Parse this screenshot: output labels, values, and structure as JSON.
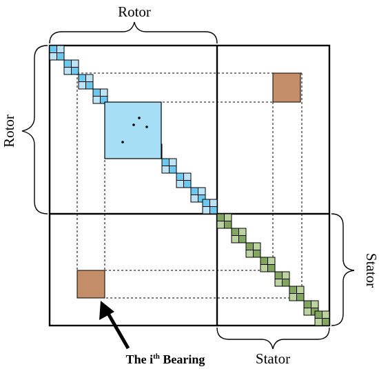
{
  "labels": {
    "rotor_top": "Rotor",
    "rotor_left": "Rotor",
    "stator_right": "Stator",
    "stator_bottom": "Stator",
    "bearing_prefix": "The i",
    "bearing_sup": "th",
    "bearing_suffix": " Bearing"
  },
  "colors": {
    "rotor_light": "#bde4f6",
    "rotor_dark": "#6cc8ee",
    "rotor_center": "#a6def6",
    "stator_light": "#bcd3a0",
    "stator_dark": "#82a560",
    "bearing": "#c48e68",
    "line": "#000000"
  }
}
